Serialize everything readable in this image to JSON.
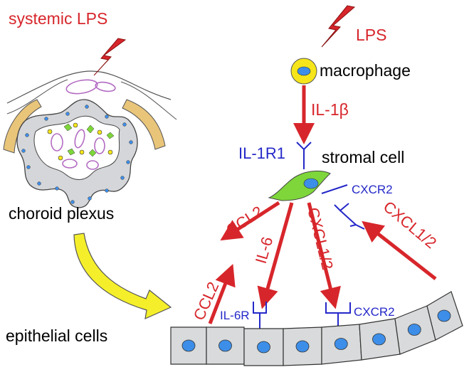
{
  "labels": {
    "systemic_lps": "systemic LPS",
    "lps": "LPS",
    "macrophage": "macrophage",
    "il1b": "IL-1β",
    "il1r1": "IL-1R1",
    "stromal_cell": "stromal cell",
    "cxcr2_stromal": "CXCR2",
    "ccl2_upper": "CCL2",
    "il6": "IL-6",
    "cxcl12_mid": "CXCL1/2",
    "cxcl12_right": "CXCL1/2",
    "ccl2_lower": "CCL2",
    "il6r": "IL-6R",
    "cxcr2_epi": "CXCR2",
    "choroid_plexus": "choroid plexus",
    "epithelial_cells": "epithelial cells"
  },
  "colors": {
    "red": "#d7262b",
    "blue": "#2428c8",
    "green_cell": "#7ed63a",
    "yellow_cell": "#f5e51a",
    "nucleus": "#3d8ee8",
    "epi_fill": "#d8dadb",
    "yellow_arrow": "#f4ef2a",
    "tan": "#e9c57a",
    "vessel": "#b36bc2"
  },
  "icons": {
    "lightning": "lightning-bolt-icon",
    "yellow_arrow": "curved-arrow-icon"
  }
}
